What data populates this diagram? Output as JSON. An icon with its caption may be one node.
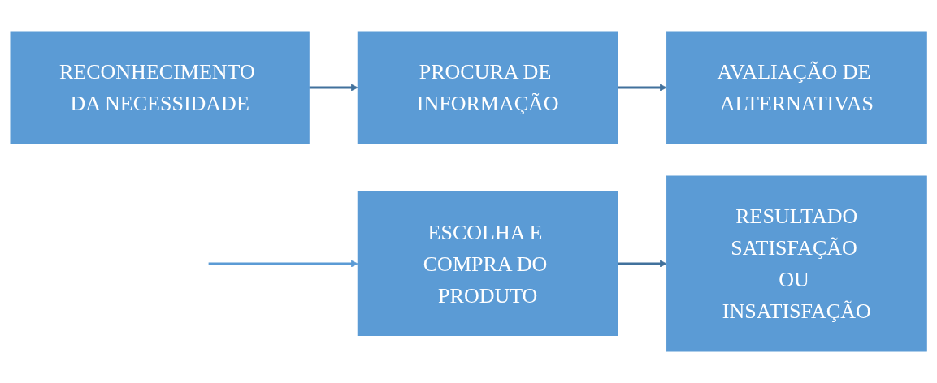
{
  "diagram": {
    "nodes": [
      {
        "text": [
          "RECONHECIMENTO DA NECESSIDADE"
        ]
      },
      {
        "text": [
          "PROCURA DE INFORMAÇÃO"
        ]
      },
      {
        "text": [
          "AVALIAÇÃO DE ALTERNATIVAS"
        ]
      },
      {
        "text": [
          "RESULTADO",
          "SATISFAÇÃO OU INSATISFAÇÃO"
        ]
      },
      {
        "text": [
          "ESCOLHA E COMPRA DO PRODUTO"
        ]
      }
    ],
    "edges": [
      {
        "from": 0,
        "to": 1,
        "arrow": "to"
      },
      {
        "from": 1,
        "to": 2,
        "arrow": "to"
      },
      {
        "from": 4,
        "to": 3,
        "arrow": "to"
      },
      {
        "from": null,
        "to": 4,
        "arrow": "to",
        "color": "#5b9bd5"
      }
    ]
  }
}
